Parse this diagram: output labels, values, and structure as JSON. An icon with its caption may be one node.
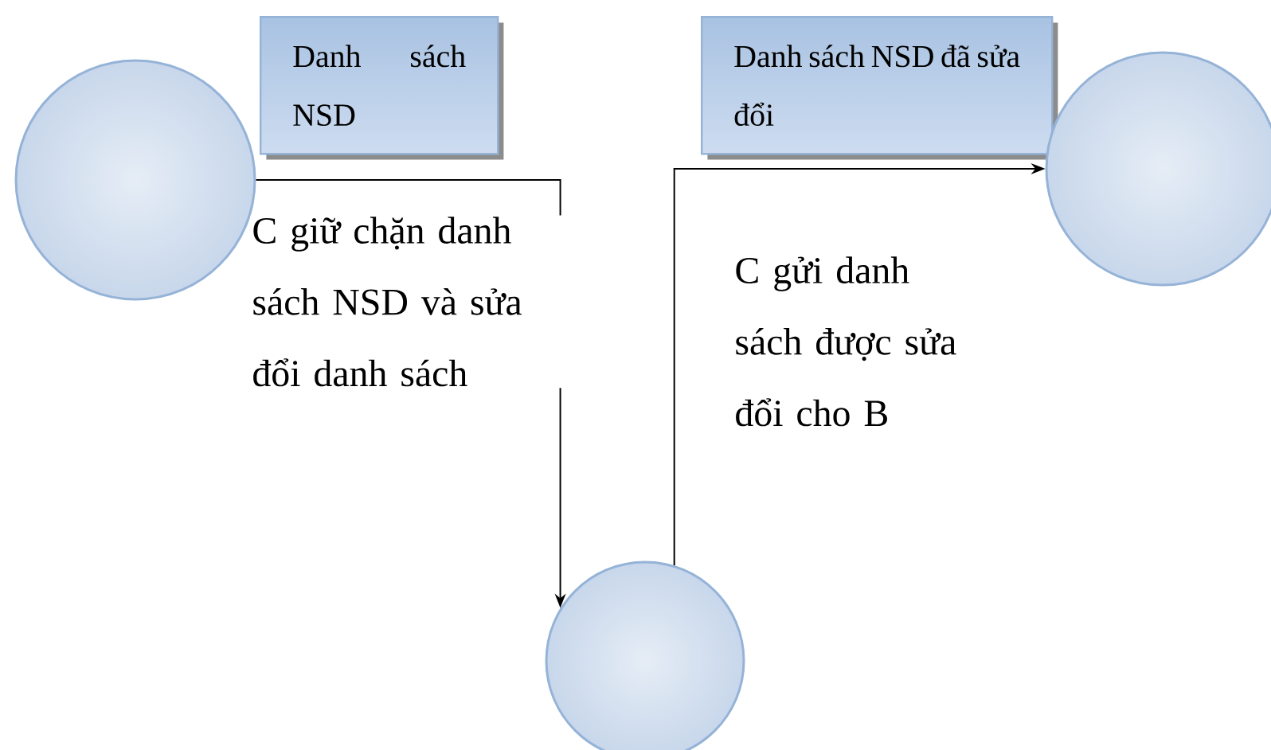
{
  "diagram": {
    "nodes": [
      {
        "text": [],
        "shape": "circle"
      },
      {
        "text": [
          "Danh sách NSD"
        ]
      },
      {
        "text": [
          "Danh sách NSD đã sửa đổi"
        ]
      },
      {
        "text": [],
        "shape": "circle"
      },
      {
        "text": [],
        "shape": "circle"
      }
    ],
    "edges": [
      {
        "from": 0,
        "to": 4,
        "arrow": "to",
        "label": "C giữ chặn danh sách NSD và sửa đổi danh sách"
      },
      {
        "from": 4,
        "to": 3,
        "arrow": "to",
        "label": "C gửi danh sách được sửa đổi cho B"
      }
    ]
  }
}
